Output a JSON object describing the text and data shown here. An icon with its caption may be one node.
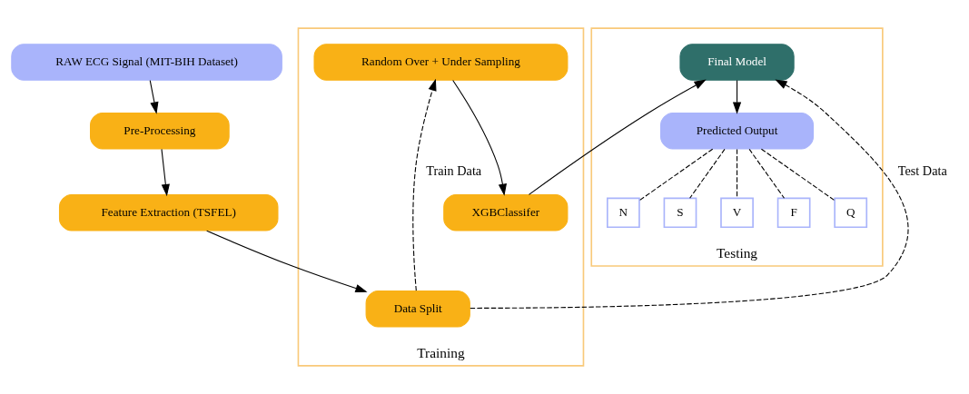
{
  "diagram": {
    "nodes": [
      {
        "text": [
          "RAW ECG Signal (MIT-BIH Dataset)"
        ]
      },
      {
        "text": [
          "Pre-Processing"
        ]
      },
      {
        "text": [
          "Feature Extraction (TSFEL)"
        ]
      },
      {
        "text": [
          "Training"
        ]
      },
      {
        "text": [
          "Data Split"
        ],
        "in": 3
      },
      {
        "text": [
          "Random Over + Under Sampling"
        ],
        "in": 3
      },
      {
        "text": [
          "XGBClassifer"
        ],
        "in": 3
      },
      {
        "text": [
          "Testing"
        ]
      },
      {
        "text": [
          "Final Model"
        ],
        "in": 7
      },
      {
        "text": [
          "Predicted Output"
        ],
        "in": 7
      },
      {
        "text": [
          "N"
        ],
        "in": 7
      },
      {
        "text": [
          "S"
        ],
        "in": 7
      },
      {
        "text": [
          "V"
        ],
        "in": 7
      },
      {
        "text": [
          "F"
        ],
        "in": 7
      },
      {
        "text": [
          "Q"
        ],
        "in": 7
      }
    ],
    "edges": [
      {
        "from": 0,
        "to": 1,
        "arrow": "to"
      },
      {
        "from": 1,
        "to": 2,
        "arrow": "to"
      },
      {
        "from": 2,
        "to": 4,
        "arrow": "to"
      },
      {
        "from": 4,
        "to": 5,
        "arrow": "to",
        "label": "Train Data",
        "style": "dashed"
      },
      {
        "from": 5,
        "to": 6,
        "arrow": "to"
      },
      {
        "from": 6,
        "to": 8,
        "arrow": "to"
      },
      {
        "from": 4,
        "to": 8,
        "arrow": "to",
        "label": "Test Data",
        "style": "dashed"
      },
      {
        "from": 8,
        "to": 9,
        "arrow": "to"
      },
      {
        "from": 9,
        "to": 10,
        "arrow": "none",
        "style": "dashed"
      },
      {
        "from": 9,
        "to": 11,
        "arrow": "none",
        "style": "dashed"
      },
      {
        "from": 9,
        "to": 12,
        "arrow": "none",
        "style": "dashed"
      },
      {
        "from": 9,
        "to": 13,
        "arrow": "none",
        "style": "dashed"
      },
      {
        "from": 9,
        "to": 14,
        "arrow": "none",
        "style": "dashed"
      }
    ]
  }
}
